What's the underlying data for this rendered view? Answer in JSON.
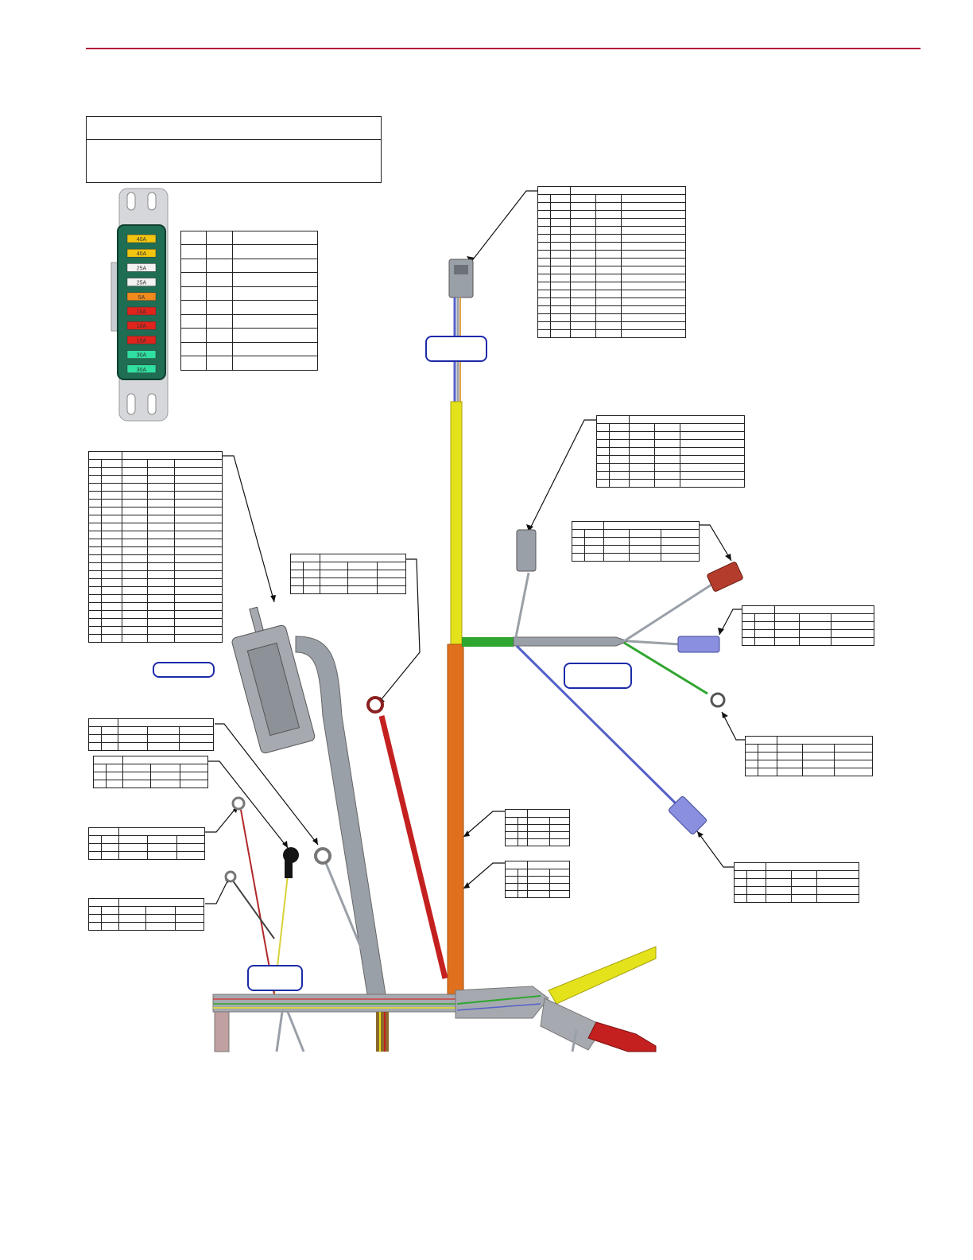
{
  "colors": {
    "accent_rule": "#b31a3a",
    "harness_gray": "#9aa0a8",
    "harness_yellow": "#e4e21a",
    "harness_orange": "#e0701e",
    "harness_green": "#2fa630",
    "harness_red": "#d02020",
    "wire_blue": "#5560c8",
    "bubble_border": "#1b2aa8"
  },
  "fuse_block": {
    "fuses": [
      {
        "label": "40A",
        "color": "#f1c40f"
      },
      {
        "label": "40A",
        "color": "#f1c40f"
      },
      {
        "label": "25A",
        "color": "#f2f2f2"
      },
      {
        "label": "25A",
        "color": "#f2f2f2"
      },
      {
        "label": "5A",
        "color": "#f08a1c"
      },
      {
        "label": "10A",
        "color": "#e0241c"
      },
      {
        "label": "10A",
        "color": "#e0241c"
      },
      {
        "label": "10A",
        "color": "#e0241c"
      },
      {
        "label": "30A",
        "color": "#2fe0a0"
      },
      {
        "label": "30A",
        "color": "#2fe0a0"
      }
    ]
  }
}
